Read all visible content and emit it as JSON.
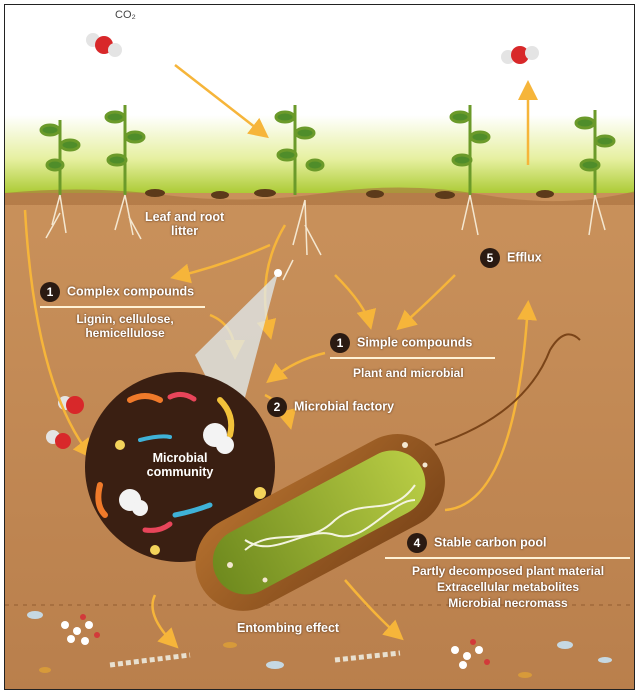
{
  "top": {
    "gas_label": "CO₂"
  },
  "labels": {
    "litter": [
      "Leaf and root",
      "litter"
    ],
    "complex": {
      "num": "1",
      "title": "Complex compounds",
      "sub": [
        "Lignin, cellulose,",
        "hemicellulose"
      ]
    },
    "simple": {
      "num": "1",
      "title": "Simple compounds",
      "sub": "Plant and microbial"
    },
    "factory": {
      "num": "2",
      "title": "Microbial factory"
    },
    "efflux": {
      "num": "5",
      "title": "Efflux"
    },
    "community": [
      "Microbial",
      "community"
    ],
    "stable": {
      "num": "4",
      "title": "Stable carbon pool",
      "sub": [
        "Partly decomposed plant material",
        "Extracellular metabolites",
        "Microbial necromass"
      ]
    },
    "entombing": "Entombing effect"
  },
  "colors": {
    "sky": "#ffffff",
    "grass": "#c8dc3c",
    "soil_top": "#c78d57",
    "soil": "#bd8451",
    "arrow": "#f6b53a",
    "bacterium": "#9a5a24",
    "circle": "#3a1f12"
  }
}
